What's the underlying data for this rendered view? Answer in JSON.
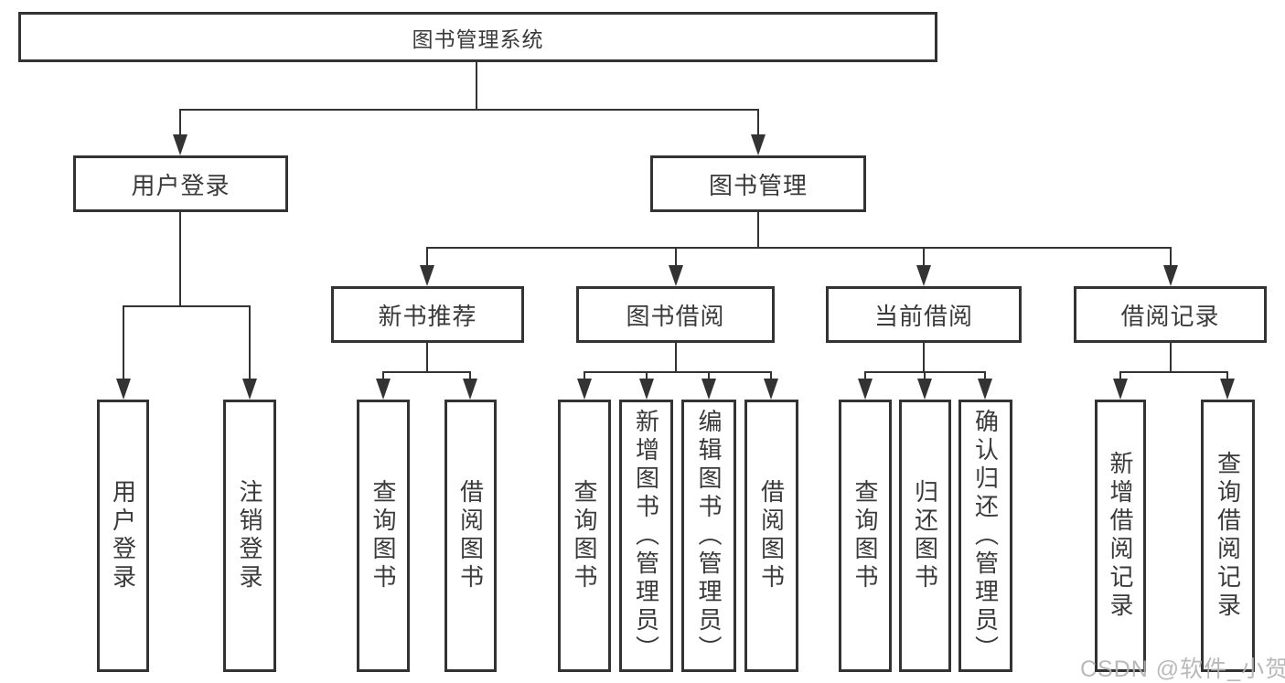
{
  "tree": {
    "root": "图书管理系统",
    "level2": [
      "用户登录",
      "图书管理"
    ],
    "level3": [
      "新书推荐",
      "图书借阅",
      "当前借阅",
      "借阅记录"
    ],
    "leaves": {
      "login": [
        "用户登录",
        "注销登录"
      ],
      "recommend": [
        "查询图书",
        "借阅图书"
      ],
      "borrow": [
        "查询图书",
        "新增图书（管理员）",
        "编辑图书（管理员）",
        "借阅图书"
      ],
      "current": [
        "查询图书",
        "归还图书",
        "确认归还（管理员）"
      ],
      "record": [
        "新增借阅记录",
        "查询借阅记录"
      ]
    }
  },
  "watermark": "CSDN @软件_小贺同学",
  "colors": {
    "line": "#333333",
    "text": "#3a3a3a",
    "box_fill": "#ffffff",
    "watermark": "#b2b2b2"
  }
}
